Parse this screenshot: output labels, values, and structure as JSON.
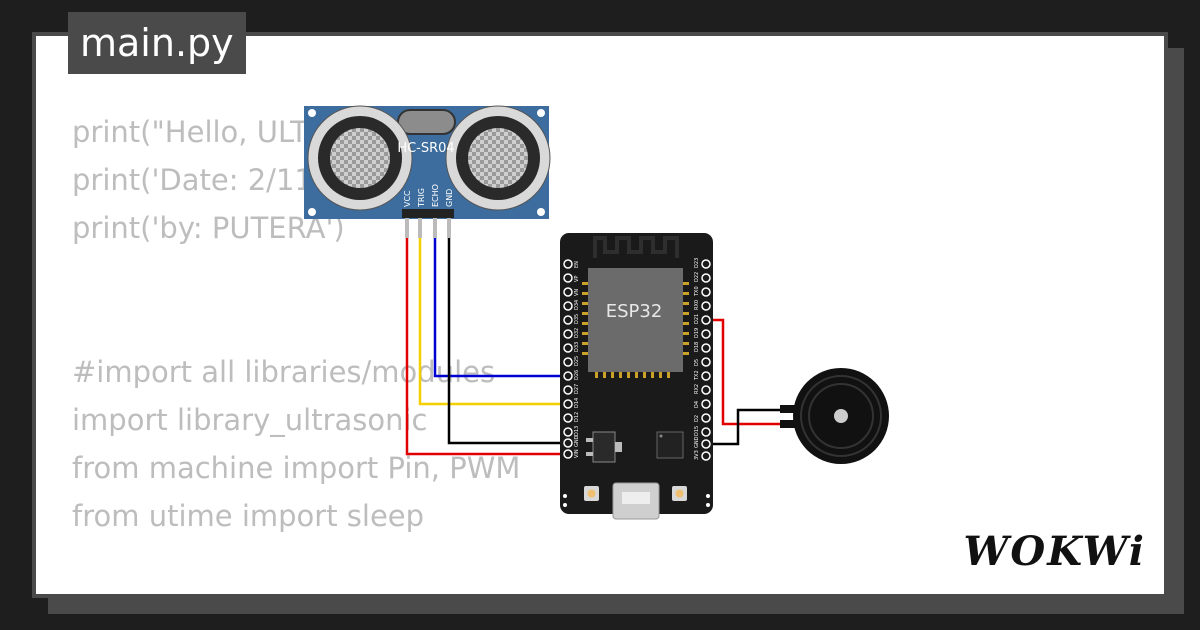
{
  "tab": {
    "filename": "main.py"
  },
  "code_lines": [
    "print(\"Hello, ULTRA",
    "print('Date: 2/11",
    "print('by: PUTERA')",
    "",
    "",
    "#import all libraries/modules",
    "import library_ultrasonic",
    "from machine import Pin, PWM",
    "from utime import sleep"
  ],
  "sensor": {
    "name": "HC-SR04",
    "pins": [
      "VCC",
      "TRIG",
      "ECHO",
      "GND"
    ]
  },
  "board": {
    "name": "ESP32",
    "left_pins": [
      "EN",
      "VP",
      "VN",
      "D34",
      "D35",
      "D32",
      "D33",
      "D25",
      "D26",
      "D27",
      "D14",
      "D12",
      "D13",
      "GND",
      "VIN"
    ],
    "right_pins": [
      "D23",
      "D22",
      "TX0",
      "RX0",
      "D21",
      "D19",
      "D18",
      "D5",
      "TX2",
      "RX2",
      "D4",
      "D2",
      "D15",
      "GND",
      "3V3"
    ]
  },
  "wires": {
    "vcc_color": "#e00000",
    "trig_color": "#f5d000",
    "echo_color": "#0000d0",
    "gnd_color": "#000000"
  },
  "brand": {
    "logo_text": "WOKWi"
  },
  "colors": {
    "background": "#1e1e1e",
    "card": "#ffffff",
    "frame": "#4a4a4a",
    "sensor_board": "#3d6d9e",
    "esp32_board": "#1a1a1a",
    "chip": "#6b6b6b"
  }
}
